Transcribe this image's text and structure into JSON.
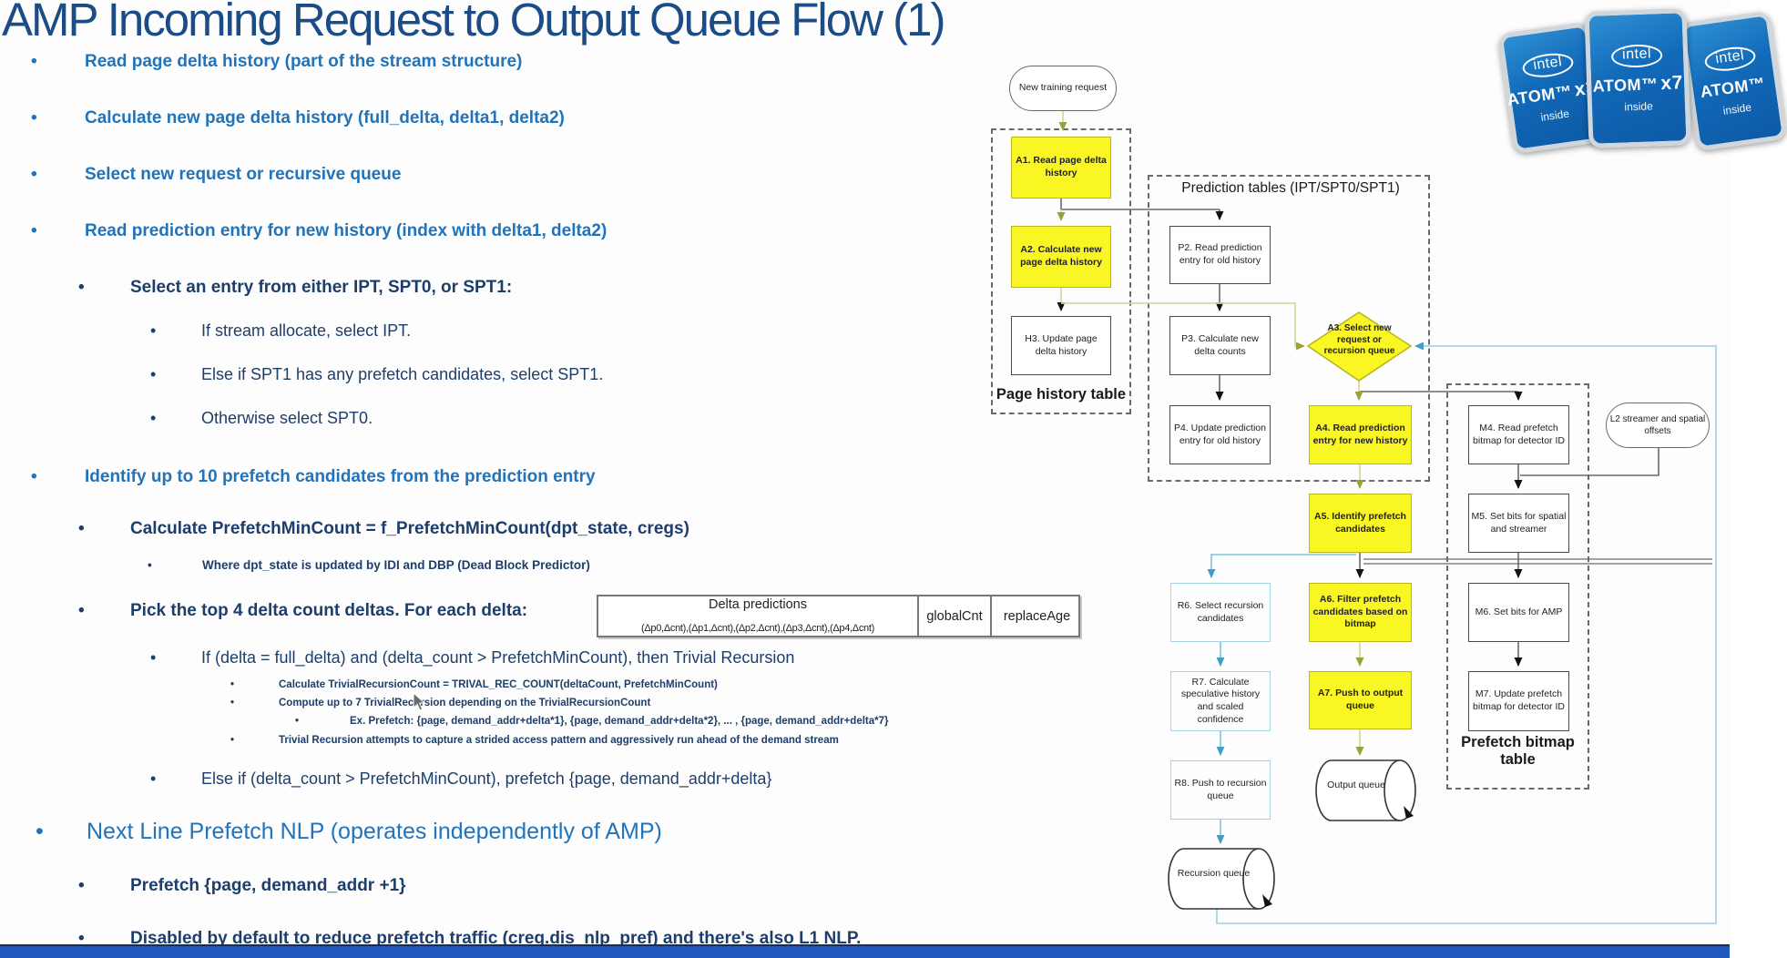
{
  "title": "AMP Incoming Request to Output Queue Flow (1)",
  "bullets": [
    {
      "text": "Read page delta history (part of the stream structure)"
    },
    {
      "text": "Calculate new page delta history (full_delta, delta1, delta2)"
    },
    {
      "text": "Select new request or recursive queue"
    },
    {
      "text": "Read prediction entry for new history (index with delta1, delta2)"
    },
    {
      "text": "Select an entry from either IPT, SPT0, or SPT1:"
    },
    {
      "text": "If stream allocate, select IPT."
    },
    {
      "text": "Else if SPT1 has any prefetch candidates, select SPT1."
    },
    {
      "text": "Otherwise select SPT0."
    },
    {
      "text": "Identify up to 10 prefetch candidates from the prediction entry"
    },
    {
      "text": "Calculate PrefetchMinCount = f_PrefetchMinCount(dpt_state, cregs)"
    },
    {
      "text": "Where dpt_state is updated by IDI and DBP (Dead Block Predictor)"
    },
    {
      "text": "Pick the top 4 delta count deltas. For each delta:"
    },
    {
      "text": "If (delta = full_delta) and (delta_count > PrefetchMinCount), then Trivial Recursion"
    },
    {
      "text": "Calculate TrivialRecursionCount = TRIVAL_REC_COUNT(deltaCount, PrefetchMinCount)"
    },
    {
      "text": "Compute up to 7 TrivialRecursion depending on the TrivialRecursionCount"
    },
    {
      "text": "Ex. Prefetch: {page, demand_addr+delta*1}, {page, demand_addr+delta*2}, ... , {page, demand_addr+delta*7}"
    },
    {
      "text": "Trivial Recursion attempts to capture a strided access pattern and aggressively run ahead of the demand stream"
    },
    {
      "text": "Else if (delta_count > PrefetchMinCount), prefetch {page, demand_addr+delta}"
    },
    {
      "text": "Next Line Prefetch NLP (operates independently of AMP)"
    },
    {
      "text": "Prefetch {page, demand_addr +1}"
    },
    {
      "text": "Disabled by default to reduce prefetch traffic (creg.dis_nlp_pref) and there's also L1 NLP."
    }
  ],
  "delta_table": {
    "header": "Delta predictions",
    "tuples": "(Δp0,Δcnt),(Δp1,Δcnt),(Δp2,Δcnt),(Δp3,Δcnt),(Δp4,Δcnt)",
    "col2": "globalCnt",
    "col3": "replaceAge"
  },
  "flow": {
    "groups": {
      "page_history": "Page history table",
      "prediction_tables": "Prediction tables (IPT/SPT0/SPT1)",
      "prefetch_bitmap": "Prefetch bitmap table"
    },
    "nodes": {
      "start": "New training request",
      "a1": "A1. Read page delta history",
      "a2": "A2. Calculate new page delta history",
      "h3": "H3. Update page delta history",
      "p2": "P2. Read prediction entry for old history",
      "p3": "P3. Calculate new delta counts",
      "p4": "P4. Update prediction entry for old history",
      "a3": "A3. Select new request or recursion queue",
      "a4": "A4. Read prediction entry for new history",
      "a5": "A5. Identify prefetch candidates",
      "a6": "A6. Filter prefetch candidates based on bitmap",
      "a7": "A7. Push to output queue",
      "r6": "R6. Select recursion candidates",
      "r7": "R7. Calculate speculative history and scaled confidence",
      "r8": "R8. Push to recursion queue",
      "m4": "M4. Read prefetch bitmap for detector ID",
      "m5": "M5. Set bits for spatial and streamer",
      "m6": "M6. Set bits for AMP",
      "m7": "M7. Update prefetch bitmap for detector ID",
      "output_queue": "Output queue",
      "recursion_queue": "Recursion queue",
      "l2_streamer": "L2 streamer and spatial offsets"
    }
  },
  "logos": {
    "brand": "intel",
    "badges": [
      {
        "product": "ATOM™",
        "variant": "x3",
        "inside": "inside"
      },
      {
        "product": "ATOM™",
        "variant": "x7",
        "inside": "inside"
      },
      {
        "product": "ATOM™",
        "variant": "",
        "inside": "inside"
      }
    ]
  },
  "colors": {
    "node_yellow": "#f9f623",
    "bullet_blue": "#2173ba",
    "text_navy": "#1d3e6b",
    "title_blue": "#1b4c86",
    "recursion_blue": "#a8d4ea",
    "footer_blue": "#2257bd",
    "badge_blue": "#1169b8"
  }
}
